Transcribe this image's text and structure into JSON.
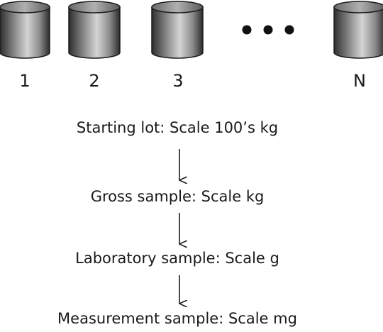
{
  "containers": {
    "labels": [
      "1",
      "2",
      "3",
      "N"
    ],
    "ellipsis": "• • •"
  },
  "steps": [
    "Starting lot: Scale 100’s kg",
    "Gross sample: Scale kg",
    "Laboratory sample: Scale g",
    "Measurement sample: Scale mg"
  ],
  "colors": {
    "text": "#1a1a1a",
    "drum_dark": "#3b3b3b",
    "drum_light": "#d0d0d0",
    "drum_top": "#8a8a8a",
    "arrow": "#1a1a1a"
  }
}
